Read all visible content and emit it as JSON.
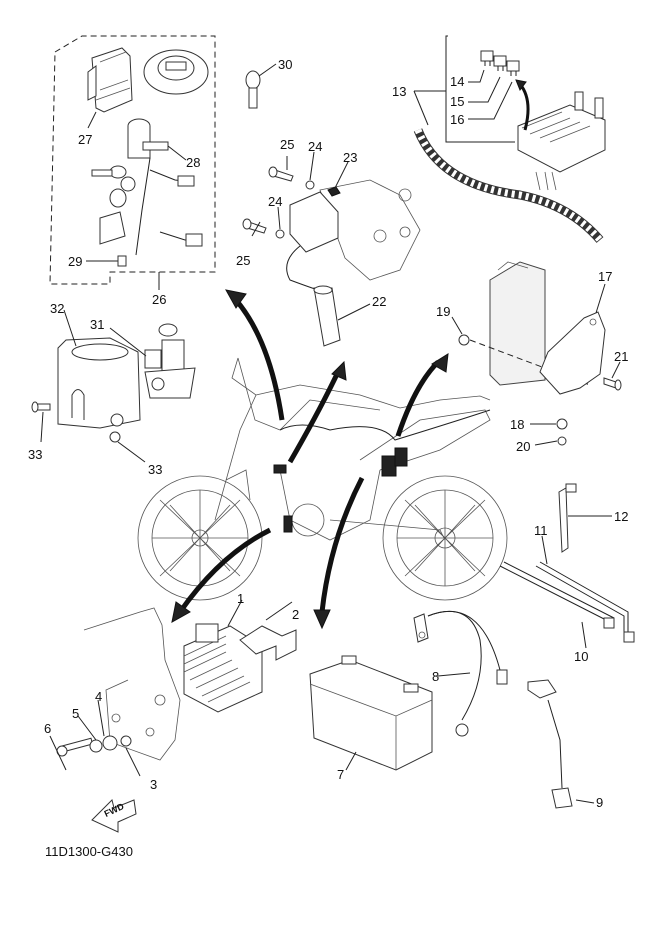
{
  "diagram": {
    "type": "exploded-parts-diagram",
    "subject": "Motorcycle electrical components",
    "reference_code": "11D1300-G430",
    "direction_marker": "FWD",
    "group_label": "26",
    "callouts": [
      {
        "id": "1",
        "part": "rectifier-regulator"
      },
      {
        "id": "2",
        "part": "regulator-bracket"
      },
      {
        "id": "3",
        "part": "collar"
      },
      {
        "id": "4",
        "part": "damper"
      },
      {
        "id": "5",
        "part": "washer"
      },
      {
        "id": "6",
        "part": "bolt"
      },
      {
        "id": "7",
        "part": "battery"
      },
      {
        "id": "8",
        "part": "battery-negative-lead"
      },
      {
        "id": "9",
        "part": "battery-positive-lead"
      },
      {
        "id": "10",
        "part": "cable-tie"
      },
      {
        "id": "11",
        "part": "cable-tie"
      },
      {
        "id": "12",
        "part": "band"
      },
      {
        "id": "13",
        "part": "wire-harness"
      },
      {
        "id": "14",
        "part": "fuse"
      },
      {
        "id": "15",
        "part": "fuse"
      },
      {
        "id": "16",
        "part": "fuse"
      },
      {
        "id": "17",
        "part": "ecu-bracket"
      },
      {
        "id": "18",
        "part": "nut"
      },
      {
        "id": "19",
        "part": "grommet"
      },
      {
        "id": "20",
        "part": "washer"
      },
      {
        "id": "21",
        "part": "bolt"
      },
      {
        "id": "22",
        "part": "ignition-coil-cap"
      },
      {
        "id": "23",
        "part": "ignition-coil"
      },
      {
        "id": "24",
        "part": "washer"
      },
      {
        "id": "25",
        "part": "bolt"
      },
      {
        "id": "26",
        "part": "main-switch-assembly-kit"
      },
      {
        "id": "27",
        "part": "ecu-unit"
      },
      {
        "id": "28",
        "part": "main-switch"
      },
      {
        "id": "29",
        "part": "screw"
      },
      {
        "id": "30",
        "part": "key-blank"
      },
      {
        "id": "31",
        "part": "main-switch-immobilizer"
      },
      {
        "id": "32",
        "part": "main-switch-cover"
      },
      {
        "id": "33",
        "part": "screw"
      }
    ]
  },
  "labels": {
    "l1": "1",
    "l2": "2",
    "l3": "3",
    "l4": "4",
    "l5": "5",
    "l6": "6",
    "l7": "7",
    "l8": "8",
    "l9": "9",
    "l10": "10",
    "l11": "11",
    "l12": "12",
    "l13": "13",
    "l14": "14",
    "l15": "15",
    "l16": "16",
    "l17": "17",
    "l18": "18",
    "l19": "19",
    "l20": "20",
    "l21": "21",
    "l22": "22",
    "l23": "23",
    "l24a": "24",
    "l24b": "24",
    "l25a": "25",
    "l25b": "25",
    "l26": "26",
    "l27": "27",
    "l28": "28",
    "l29": "29",
    "l30": "30",
    "l31": "31",
    "l32": "32",
    "l33a": "33",
    "l33b": "33"
  },
  "fwd_text": "FWD",
  "reference_code": "11D1300-G430"
}
